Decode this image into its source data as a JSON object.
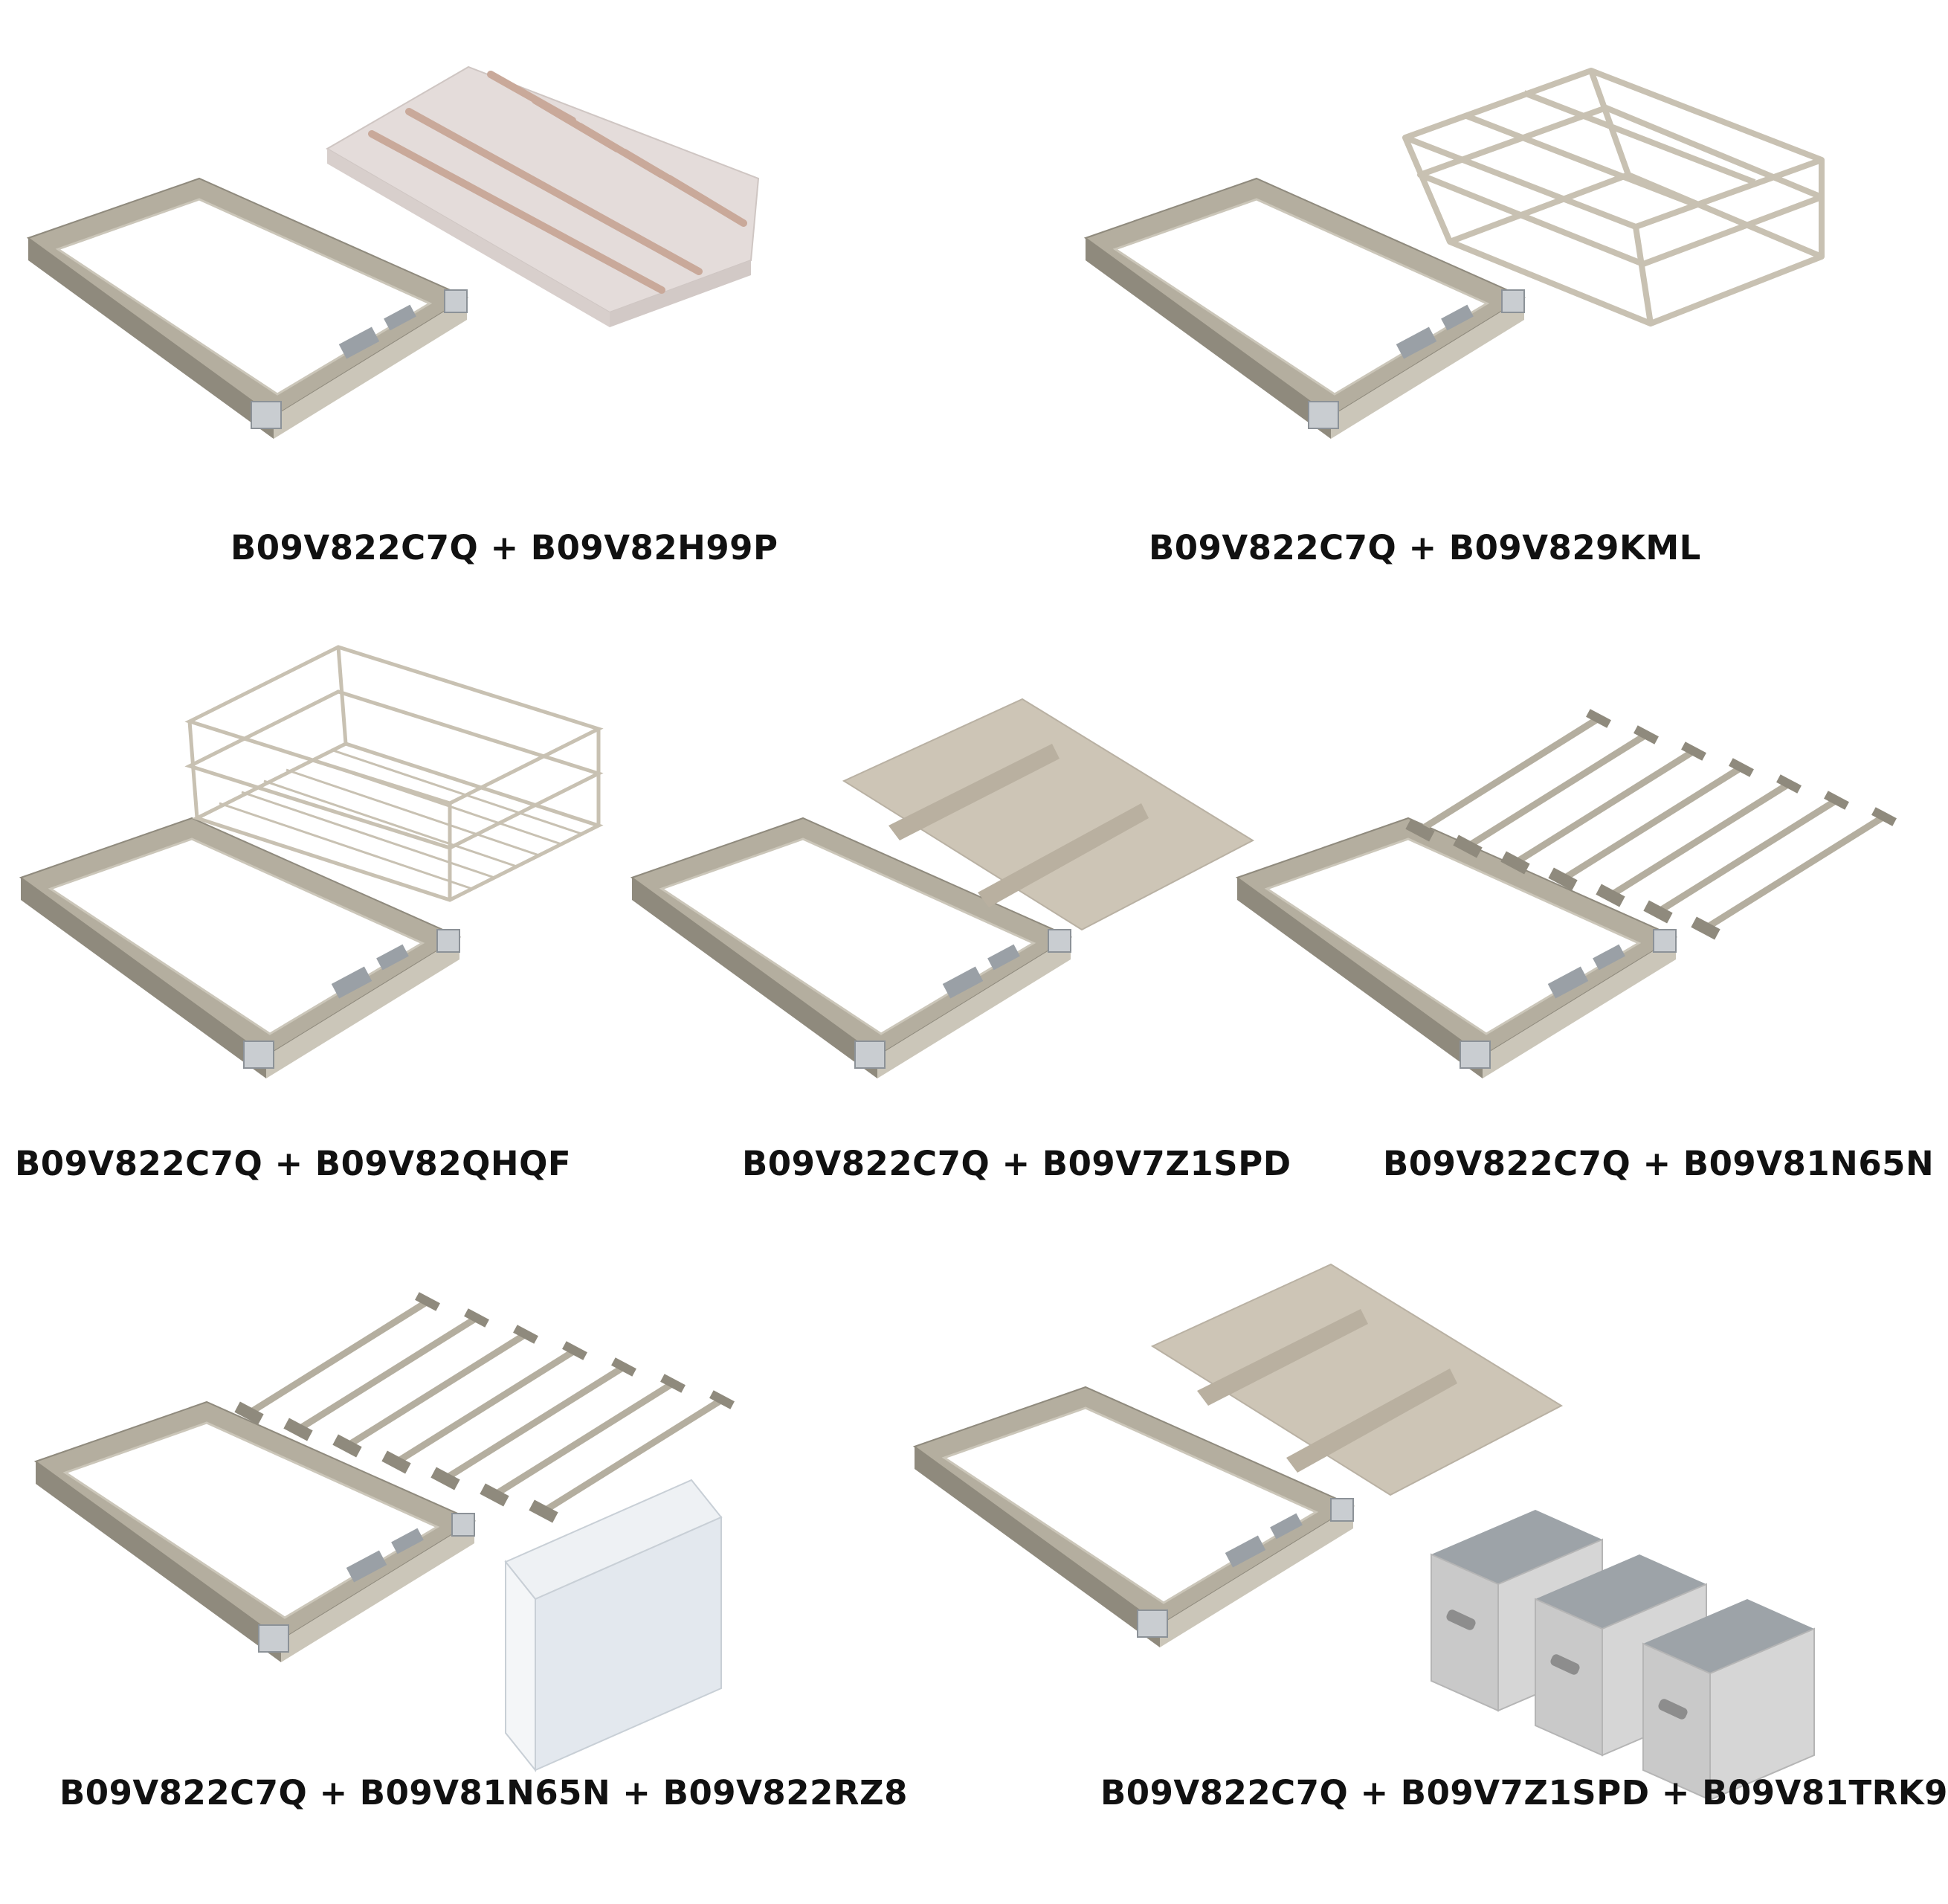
{
  "colors": {
    "frame": "#b4ae9f",
    "frame_dark": "#8f8a7d",
    "frame_light": "#cbc6b9",
    "slide_metal": "#9aa0a6",
    "divider_tray": "#e4dcda",
    "panel": "#cdc5b6",
    "wire": "#c8c1b2",
    "fabric_box": "#c9c9c9",
    "clear_bin": "#eef1f4",
    "caption_text": "#111111"
  },
  "combos": [
    {
      "caption": "B09V822C7Q + B09V82H99P",
      "items": [
        "pull-out-frame",
        "cutlery-divider-tray"
      ]
    },
    {
      "caption": "B09V822C7Q + B09V829KML",
      "items": [
        "pull-out-frame",
        "wire-shoe-rack"
      ]
    },
    {
      "caption": "B09V822C7Q + B09V82QHQF",
      "items": [
        "pull-out-frame",
        "wire-basket"
      ]
    },
    {
      "caption": "B09V822C7Q + B09V7Z1SPD",
      "items": [
        "pull-out-frame",
        "panel-with-dividers"
      ]
    },
    {
      "caption": "B09V822C7Q + B09V81N65N",
      "items": [
        "pull-out-frame",
        "hanging-rods"
      ]
    },
    {
      "caption": "B09V822C7Q + B09V81N65N + B09V822RZ8",
      "items": [
        "pull-out-frame",
        "hanging-rods",
        "clear-storage-bin"
      ]
    },
    {
      "caption": "B09V822C7Q + B09V7Z1SPD + B09V81TRK9",
      "items": [
        "pull-out-frame",
        "panel-with-dividers",
        "fabric-storage-boxes"
      ]
    }
  ]
}
